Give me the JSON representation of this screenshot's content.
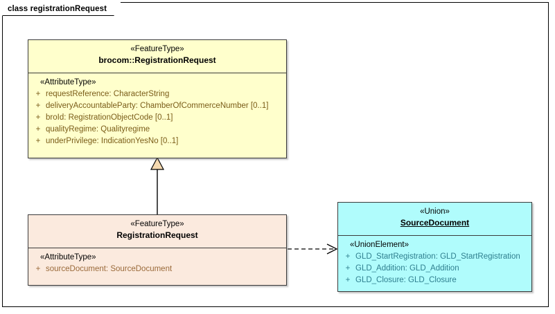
{
  "diagram": {
    "frame_label": "class registrationRequest",
    "background_color": "#ffffff",
    "frame_border_color": "#000000"
  },
  "classes": [
    {
      "id": "brocom-registrationrequest",
      "stereotype": "«FeatureType»",
      "name": "brocom::RegistrationRequest",
      "name_underlined": false,
      "fill_color": "#ffffcc",
      "text_color": "#7a5c18",
      "compartment_stereotype": "«AttributeType»",
      "attributes": [
        {
          "visibility": "+",
          "text": "requestReference: CharacterString"
        },
        {
          "visibility": "+",
          "text": "deliveryAccountableParty: ChamberOfCommerceNumber [0..1]"
        },
        {
          "visibility": "+",
          "text": "broId: RegistrationObjectCode [0..1]"
        },
        {
          "visibility": "+",
          "text": "qualityRegime: Qualityregime"
        },
        {
          "visibility": "+",
          "text": "underPrivilege: IndicationYesNo [0..1]"
        }
      ]
    },
    {
      "id": "registrationrequest",
      "stereotype": "«FeatureType»",
      "name": "RegistrationRequest",
      "name_underlined": false,
      "fill_color": "#fbeade",
      "text_color": "#9a6a3a",
      "compartment_stereotype": "«AttributeType»",
      "attributes": [
        {
          "visibility": "+",
          "text": "sourceDocument: SourceDocument"
        }
      ]
    },
    {
      "id": "sourcedocument",
      "stereotype": "«Union»",
      "name": "SourceDocument",
      "name_underlined": true,
      "fill_color": "#b0fcfc",
      "text_color": "#2f7f8f",
      "compartment_stereotype": "«UnionElement»",
      "attributes": [
        {
          "visibility": "+",
          "text": "GLD_StartRegistration: GLD_StartRegistration"
        },
        {
          "visibility": "+",
          "text": "GLD_Addition: GLD_Addition"
        },
        {
          "visibility": "+",
          "text": "GLD_Closure: GLD_Closure"
        }
      ]
    }
  ],
  "connectors": [
    {
      "id": "generalization",
      "type": "generalization",
      "from": "RegistrationRequest",
      "to": "brocom::RegistrationRequest",
      "line_style": "solid",
      "arrowhead": "hollow-triangle",
      "arrowhead_fill": "#f5d9b0"
    },
    {
      "id": "dependency",
      "type": "dependency",
      "from": "RegistrationRequest",
      "to": "SourceDocument",
      "line_style": "dashed",
      "arrowhead": "open-arrow"
    }
  ]
}
